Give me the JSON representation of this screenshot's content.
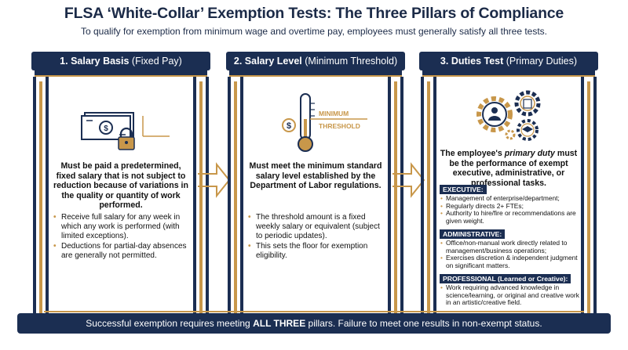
{
  "title": "FLSA ‘White-Collar’ Exemption Tests: The Three Pillars of Compliance",
  "subtitle": "To qualify for exemption from minimum wage and overtime pay, employees must generally satisfy all three tests.",
  "colors": {
    "navy": "#1b2e52",
    "gold": "#c8974a"
  },
  "pillars": [
    {
      "title_bold": "1. Salary Basis",
      "title_light": "(Fixed Pay)",
      "icon": "cash-and-padlock-icon",
      "lead": "Must be paid a predetermined, fixed salary that is not subject to reduction because of variations in the quality or quantity of work performed.",
      "bullets": [
        "Receive full salary for any week in which any work is performed (with limited exceptions).",
        "Deductions for partial-day absences are generally not permitted."
      ]
    },
    {
      "title_bold": "2. Salary Level",
      "title_light": "(Minimum Threshold)",
      "icon": "thermometer-icon",
      "icon_label_1": "MINIMUM",
      "icon_label_2": "THRESHOLD",
      "icon_symbol": "$",
      "lead": "Must meet the minimum standard salary level established by the Department of Labor regulations.",
      "bullets": [
        "The threshold amount is a fixed weekly salary or equivalent (subject to periodic updates).",
        "This sets the floor for exemption eligibility."
      ]
    },
    {
      "title_bold": "3. Duties Test",
      "title_light": "(Primary Duties)",
      "icon": "gears-and-people-icon",
      "lead_pre": "The employee's ",
      "lead_em": "primary duty",
      "lead_post": " must be the performance of exempt executive, administrative, or professional tasks.",
      "sections": [
        {
          "label": "EXECUTIVE:",
          "items": [
            "Management of enterprise/department;",
            "Regularly directs 2+ FTEs;",
            "Authority to hire/fire or recommendations are given weight."
          ]
        },
        {
          "label": "ADMINISTRATIVE:",
          "items": [
            "Office/non-manual work directly related to management/business operations;",
            "Exercises discretion & independent judgment on significant matters."
          ]
        },
        {
          "label": "PROFESSIONAL (Learned or Creative):",
          "items": [
            "Work requiring advanced knowledge in science/learning, or original and creative work in an artistic/creative field."
          ]
        }
      ]
    }
  ],
  "footer": {
    "pre": "Successful exemption requires meeting ",
    "bold": "ALL THREE",
    "post": " pillars. Failure to meet one results in non-exempt status."
  }
}
